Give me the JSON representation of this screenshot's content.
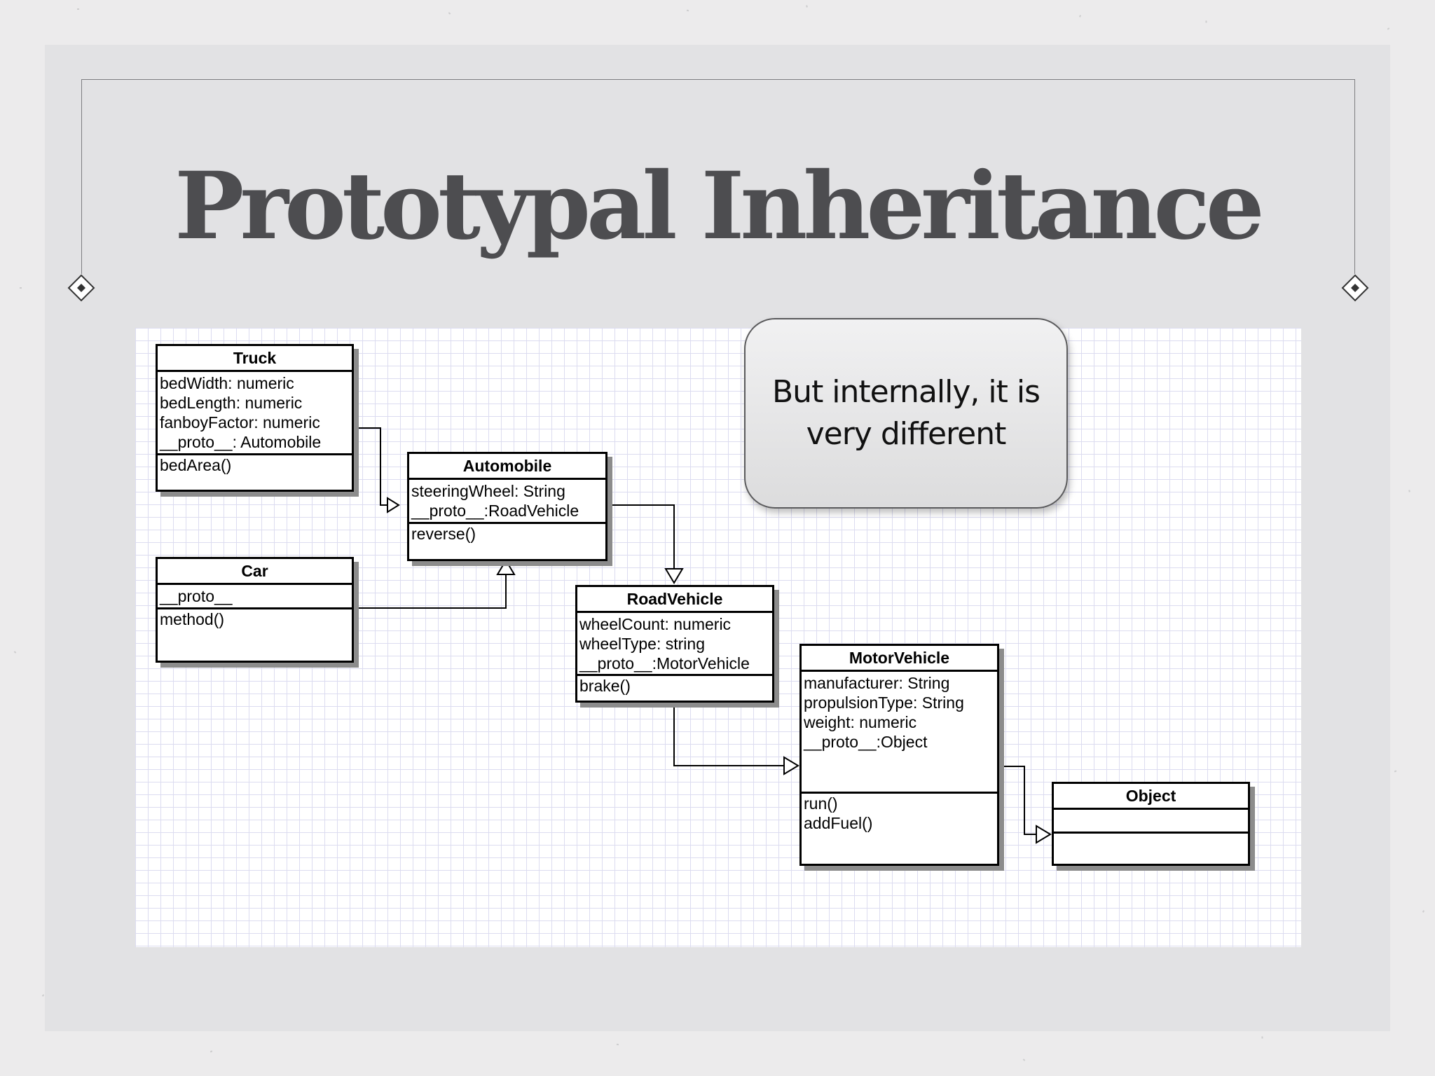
{
  "slide": {
    "title": "Prototypal Inheritance",
    "callout": "But internally, it is very different"
  },
  "diagram": {
    "classes": {
      "truck": {
        "name": "Truck",
        "attributes": [
          "bedWidth: numeric",
          "bedLength: numeric",
          "fanboyFactor: numeric",
          "__proto__: Automobile"
        ],
        "methods": [
          "bedArea()"
        ]
      },
      "car": {
        "name": "Car",
        "attributes": [
          "__proto__"
        ],
        "methods": [
          "method()"
        ]
      },
      "automobile": {
        "name": "Automobile",
        "attributes": [
          "steeringWheel: String",
          "__proto__:RoadVehicle"
        ],
        "methods": [
          "reverse()"
        ]
      },
      "roadvehicle": {
        "name": "RoadVehicle",
        "attributes": [
          "wheelCount: numeric",
          "wheelType: string",
          "__proto__:MotorVehicle"
        ],
        "methods": [
          "brake()"
        ]
      },
      "motorvehicle": {
        "name": "MotorVehicle",
        "attributes": [
          "manufacturer: String",
          "propulsionType: String",
          "weight: numeric",
          "__proto__:Object"
        ],
        "methods": [
          "run()",
          "addFuel()"
        ]
      },
      "object": {
        "name": "Object",
        "attributes": [],
        "methods": []
      }
    },
    "relations": [
      {
        "from": "Truck",
        "to": "Automobile",
        "type": "generalization"
      },
      {
        "from": "Car",
        "to": "Automobile",
        "type": "generalization"
      },
      {
        "from": "Automobile",
        "to": "RoadVehicle",
        "type": "generalization"
      },
      {
        "from": "RoadVehicle",
        "to": "MotorVehicle",
        "type": "generalization"
      },
      {
        "from": "MotorVehicle",
        "to": "Object",
        "type": "generalization"
      }
    ]
  }
}
